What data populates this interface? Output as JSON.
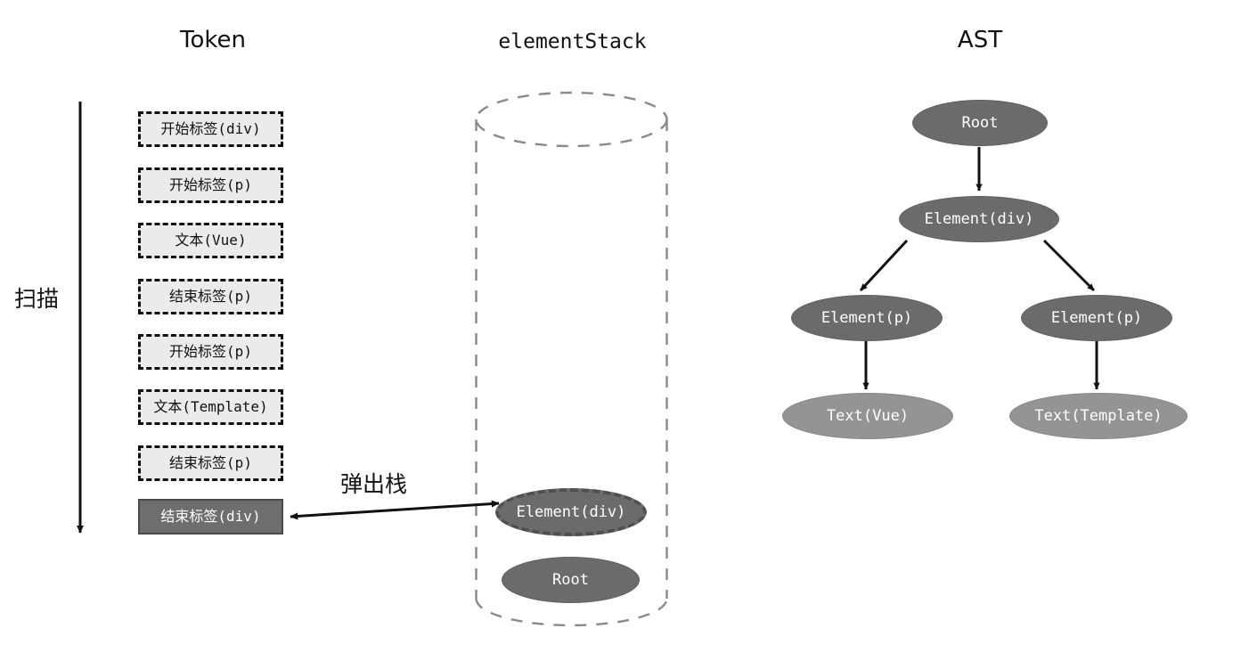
{
  "diagram": {
    "title_hidden": "",
    "columns": [
      {
        "key": "token",
        "label": "Token"
      },
      {
        "key": "element_stack",
        "label": "elementStack"
      },
      {
        "key": "ast",
        "label": "AST"
      }
    ],
    "colors": {
      "token_fill": "#ebebeb",
      "token_border": "#111111",
      "token_highlight_fill": "#6e6e6e",
      "element_node_fill": "#6b6b6b",
      "text_node_fill": "#949494",
      "cylinder_stroke": "#8a8a8a",
      "arrow_stroke": "#111111",
      "background": "#ffffff"
    }
  },
  "scan": {
    "label": "扫描",
    "icon": "down-arrow-icon"
  },
  "pop": {
    "label": "弹出栈",
    "icon": "double-arrow-icon"
  },
  "token_column": {
    "label": "Token",
    "items": [
      {
        "text": "开始标签(div)",
        "highlighted": false
      },
      {
        "text": "开始标签(p)",
        "highlighted": false
      },
      {
        "text": "文本(Vue)",
        "highlighted": false
      },
      {
        "text": "结束标签(p)",
        "highlighted": false
      },
      {
        "text": "开始标签(p)",
        "highlighted": false
      },
      {
        "text": "文本(Template)",
        "highlighted": false
      },
      {
        "text": "结束标签(p)",
        "highlighted": false
      },
      {
        "text": "结束标签(div)",
        "highlighted": true
      }
    ]
  },
  "element_stack_column": {
    "label": "elementStack",
    "items": [
      {
        "text": "Element(div)",
        "style": "dashed"
      },
      {
        "text": "Root",
        "style": "solid"
      }
    ]
  },
  "ast_column": {
    "label": "AST",
    "nodes": [
      {
        "id": "root",
        "text": "Root",
        "kind": "element"
      },
      {
        "id": "div",
        "text": "Element(div)",
        "kind": "element"
      },
      {
        "id": "p1",
        "text": "Element(p)",
        "kind": "element"
      },
      {
        "id": "p2",
        "text": "Element(p)",
        "kind": "element"
      },
      {
        "id": "t1",
        "text": "Text(Vue)",
        "kind": "text"
      },
      {
        "id": "t2",
        "text": "Text(Template)",
        "kind": "text"
      }
    ],
    "edges": [
      {
        "from": "root",
        "to": "div"
      },
      {
        "from": "div",
        "to": "p1"
      },
      {
        "from": "div",
        "to": "p2"
      },
      {
        "from": "p1",
        "to": "t1"
      },
      {
        "from": "p2",
        "to": "t2"
      }
    ]
  }
}
